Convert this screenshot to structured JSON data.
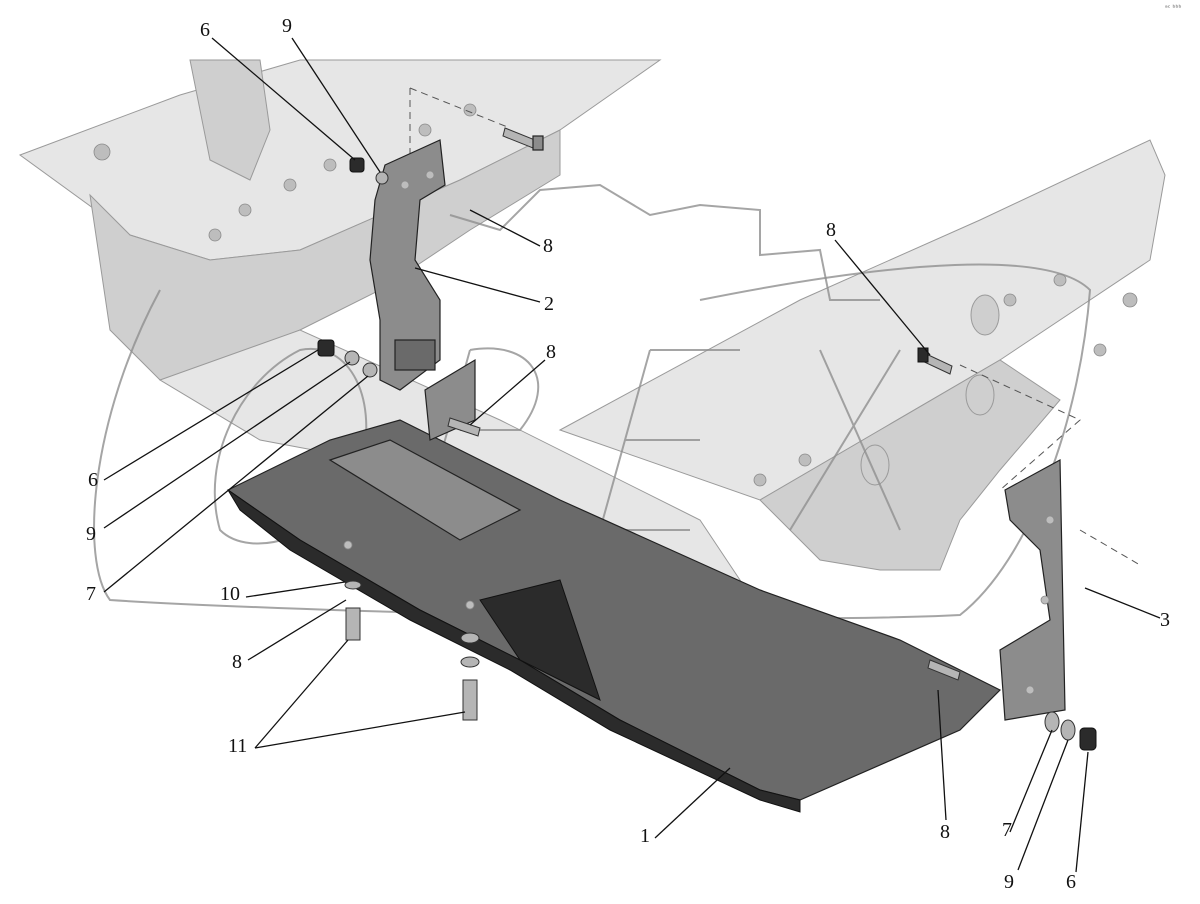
{
  "corner_mark": "ᵃᶜ ᵇᵇᵇ",
  "callouts": [
    {
      "id": "c6-top",
      "label": "6"
    },
    {
      "id": "c9-top",
      "label": "9"
    },
    {
      "id": "c8-top",
      "label": "8"
    },
    {
      "id": "c2",
      "label": "2"
    },
    {
      "id": "c8-right",
      "label": "8"
    },
    {
      "id": "c8-mid",
      "label": "8"
    },
    {
      "id": "c6-left",
      "label": "6"
    },
    {
      "id": "c9-left",
      "label": "9"
    },
    {
      "id": "c7-left",
      "label": "7"
    },
    {
      "id": "c10",
      "label": "10"
    },
    {
      "id": "c8-low",
      "label": "8"
    },
    {
      "id": "c11",
      "label": "11"
    },
    {
      "id": "c3",
      "label": "3"
    },
    {
      "id": "c1",
      "label": "1"
    },
    {
      "id": "c8-bottom",
      "label": "8"
    },
    {
      "id": "c7-bottom",
      "label": "7"
    },
    {
      "id": "c9-bottom",
      "label": "9"
    },
    {
      "id": "c6-bottom",
      "label": "6"
    }
  ]
}
